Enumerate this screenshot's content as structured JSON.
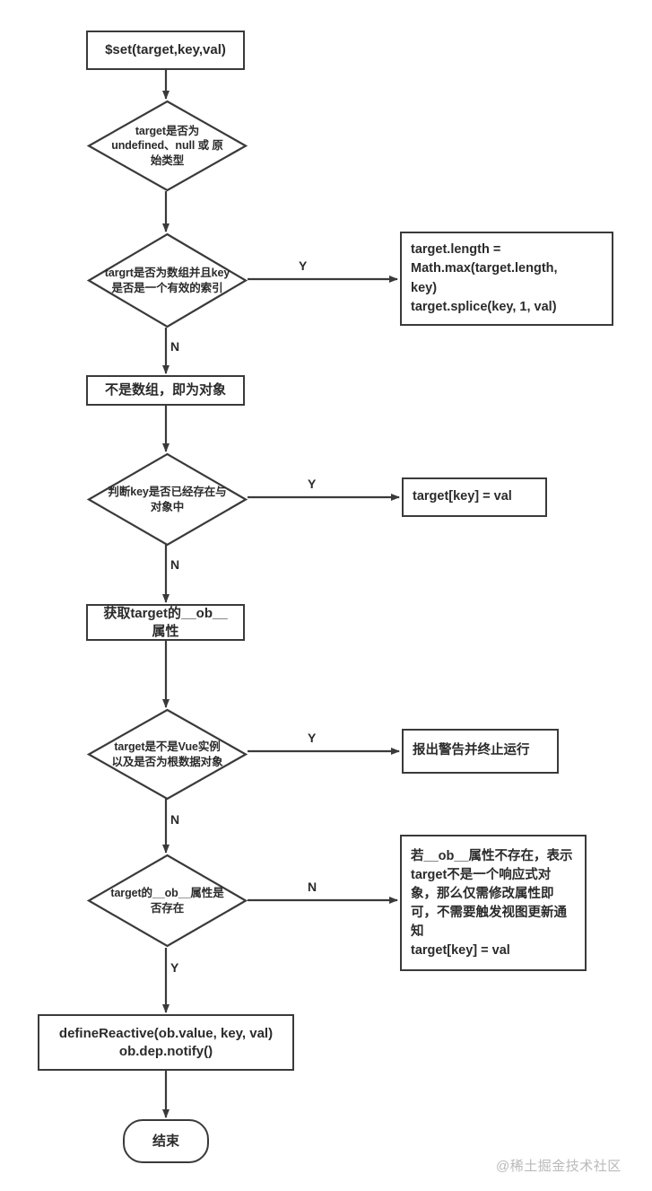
{
  "diagram": {
    "title": "Vue $set flowchart",
    "stroke_color": "#3a3a3a",
    "text_color": "#2b2b2b",
    "background": "#ffffff"
  },
  "nodes": {
    "start": {
      "label": "$set(target,key,val)",
      "shape": "process"
    },
    "d_primitive": {
      "label": "target是否为\nundefined、null 或 原\n始类型",
      "shape": "decision"
    },
    "d_array": {
      "label": "targrt是否为数组并且key\n是否是一个有效的索引",
      "shape": "decision"
    },
    "array_op": {
      "label": "target.length =\nMath.max(target.length,\nkey)\n   target.splice(key, 1, val)",
      "shape": "note"
    },
    "not_array": {
      "label": "不是数组，即为对象",
      "shape": "process"
    },
    "d_key_exists": {
      "label": "判断key是否已经存在与\n对象中",
      "shape": "decision"
    },
    "assign_val": {
      "label": "target[key] = val",
      "shape": "note"
    },
    "get_ob": {
      "label": "获取target的__ob__\n属性",
      "shape": "process"
    },
    "d_vue_instance": {
      "label": "target是不是Vue实例\n以及是否为根数据对象",
      "shape": "decision"
    },
    "warn_stop": {
      "label": "报出警告并终止运行",
      "shape": "note"
    },
    "d_ob_exists": {
      "label": "target的__ob__属性是\n否存在",
      "shape": "decision"
    },
    "no_ob_note": {
      "label": "若__ob__属性不存在，表示\ntarget不是一个响应式对\n象，那么仅需修改属性即\n可，不需要触发视图更新通\n知\ntarget[key] = val",
      "shape": "note"
    },
    "define_reactive": {
      "label": "defineReactive(ob.value, key, val)\nob.dep.notify()",
      "shape": "process"
    },
    "end": {
      "label": "结束",
      "shape": "terminal"
    }
  },
  "edge_labels": {
    "array_yes": "Y",
    "array_no": "N",
    "key_exists_yes": "Y",
    "key_exists_no": "N",
    "vue_yes": "Y",
    "vue_no": "N",
    "ob_no": "N",
    "ob_yes": "Y"
  },
  "watermark": {
    "text": "@稀土掘金技术社区"
  }
}
